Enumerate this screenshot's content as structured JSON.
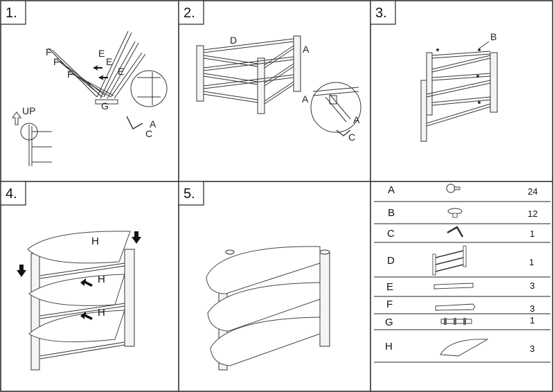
{
  "steps": [
    {
      "number": "1.",
      "labels": {
        "f1": "F",
        "f2": "F",
        "f3": "F",
        "e1": "E",
        "e2": "E",
        "e3": "E",
        "g": "G",
        "a": "A",
        "c": "C",
        "up": "UP"
      }
    },
    {
      "number": "2.",
      "labels": {
        "d": "D",
        "a1": "A",
        "a2": "A",
        "a3": "A",
        "c": "C"
      }
    },
    {
      "number": "3.",
      "labels": {
        "b": "B"
      }
    },
    {
      "number": "4.",
      "labels": {
        "h1": "H",
        "h2": "H",
        "h3": "H"
      }
    },
    {
      "number": "5.",
      "labels": {}
    }
  ],
  "parts": [
    {
      "letter": "A",
      "qty": "24",
      "icon": "screw-icon"
    },
    {
      "letter": "B",
      "qty": "12",
      "icon": "suction-cup-icon"
    },
    {
      "letter": "C",
      "qty": "1",
      "icon": "allen-key-icon"
    },
    {
      "letter": "D",
      "qty": "1",
      "icon": "side-frame-icon"
    },
    {
      "letter": "E",
      "qty": "3",
      "icon": "rail-e-icon"
    },
    {
      "letter": "F",
      "qty": "3",
      "icon": "rail-f-icon"
    },
    {
      "letter": "G",
      "qty": "1",
      "icon": "connector-bracket-icon"
    },
    {
      "letter": "H",
      "qty": "3",
      "icon": "glass-shelf-icon"
    }
  ]
}
